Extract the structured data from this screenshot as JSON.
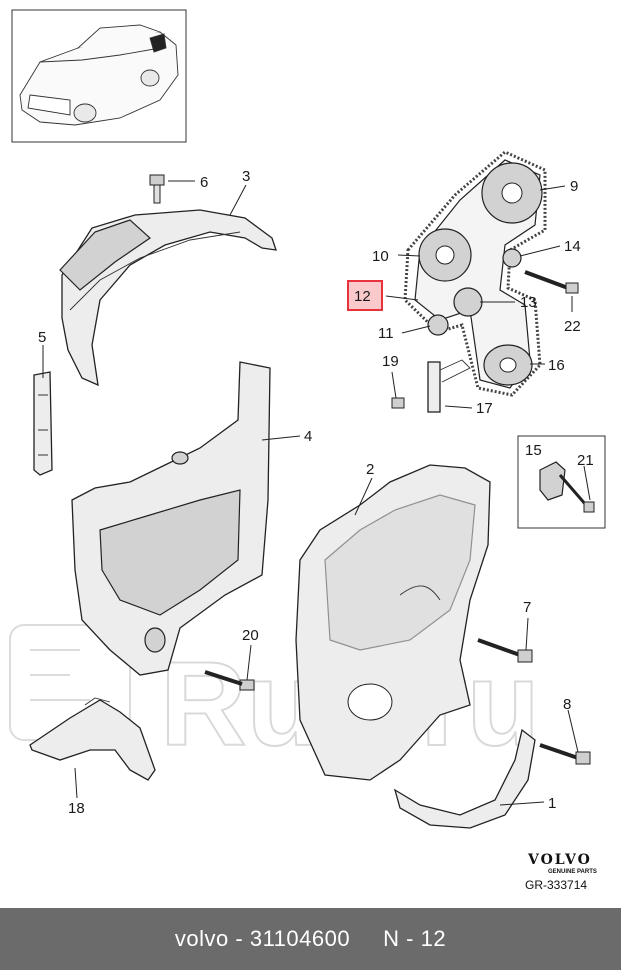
{
  "diagram": {
    "callouts": {
      "c1": "1",
      "c2": "2",
      "c3": "3",
      "c4": "4",
      "c5": "5",
      "c6": "6",
      "c7": "7",
      "c8": "8",
      "c9": "9",
      "c10": "10",
      "c11": "11",
      "c12": "12",
      "c13": "13",
      "c14": "14",
      "c15": "15",
      "c16": "16",
      "c17": "17",
      "c18": "18",
      "c19": "19",
      "c20": "20",
      "c21": "21",
      "c22": "22"
    },
    "highlight_color": "#e8323c",
    "brand": {
      "logo": "VOLVO",
      "tagline": "GENUINE PARTS",
      "reference": "GR-333714"
    },
    "watermark": "Ruli.ru"
  },
  "footer": {
    "brand": "volvo",
    "separator": "-",
    "part_number": "31104600",
    "position": "N - 12"
  }
}
